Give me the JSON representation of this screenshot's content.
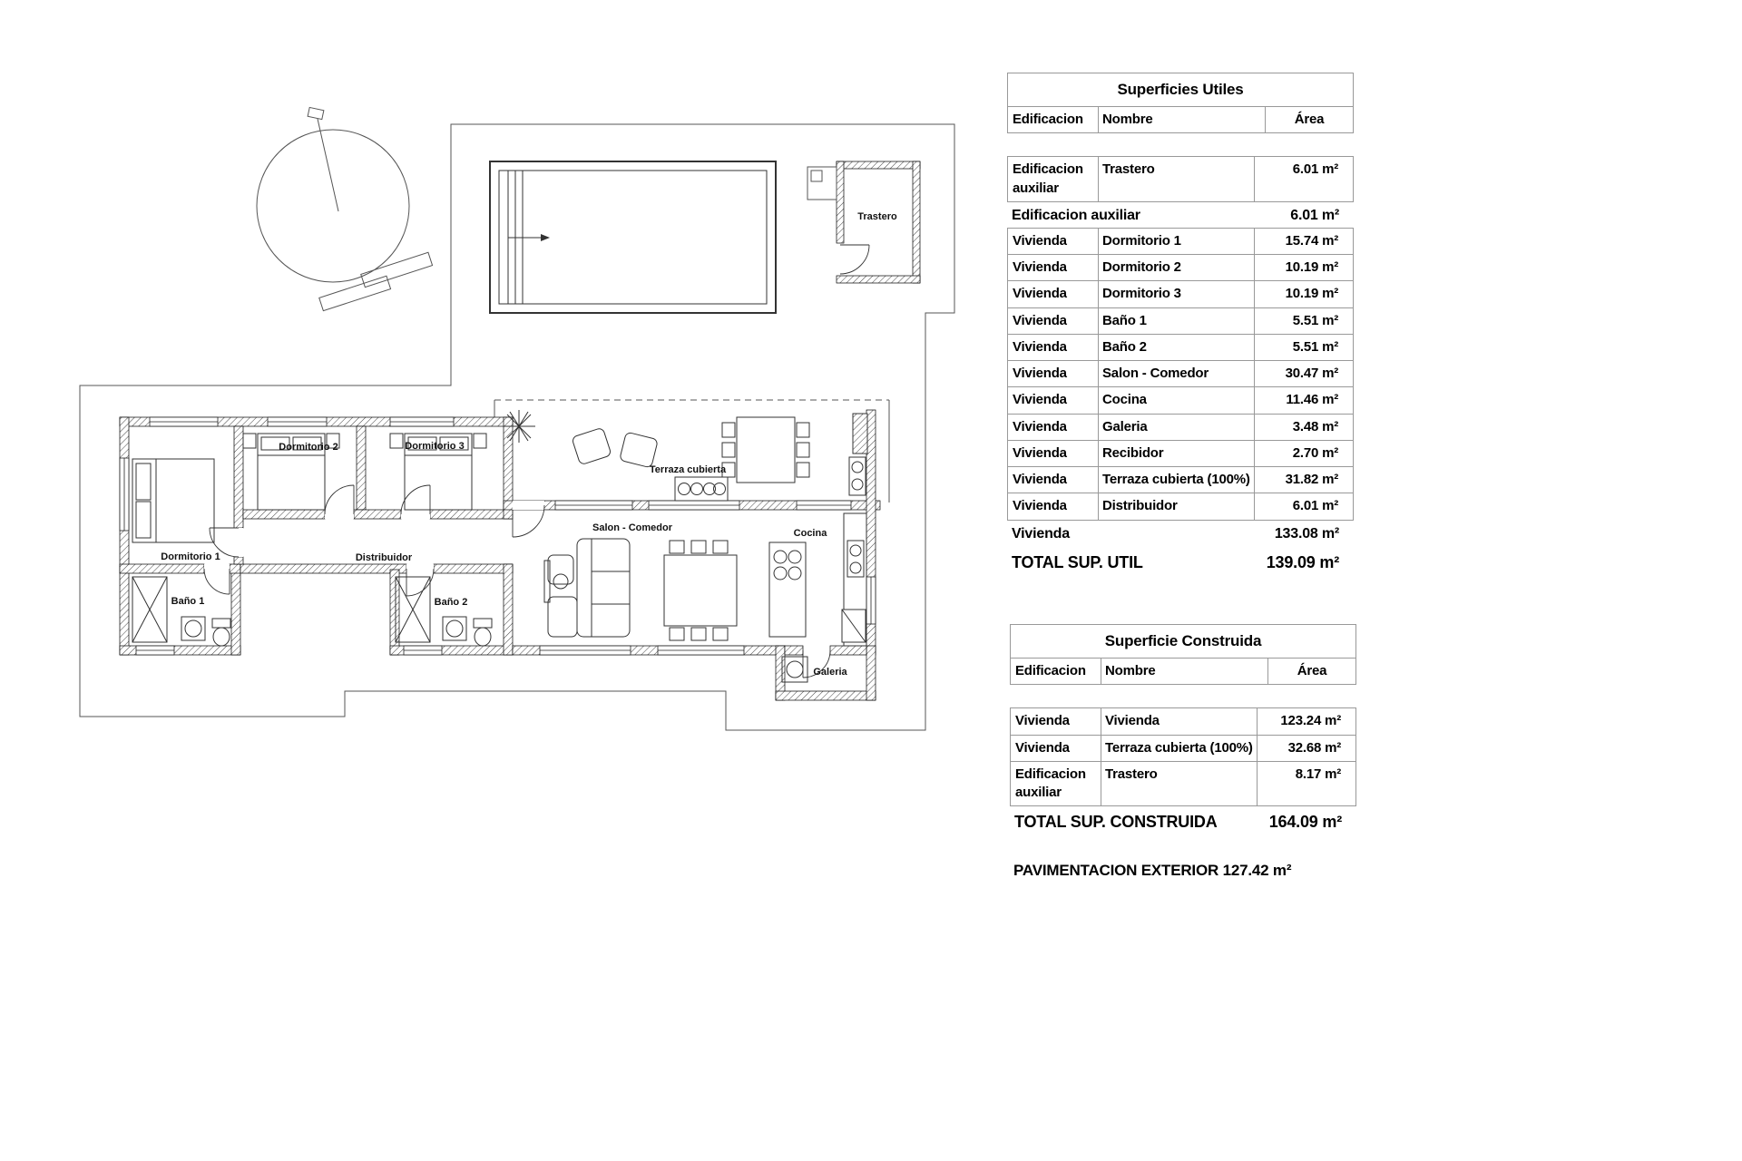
{
  "colors": {
    "line": "#333333",
    "table_border": "#999999",
    "text": "#000000"
  },
  "plan": {
    "labels": {
      "trastero": "Trastero",
      "dormitorio1": "Dormitorio 1",
      "dormitorio2": "Dormitorio 2",
      "dormitorio3": "Dormitorio 3",
      "bano1": "Baño 1",
      "bano2": "Baño 2",
      "distribuidor": "Distribuidor",
      "salon_comedor": "Salon - Comedor",
      "terraza_cubierta": "Terraza cubierta",
      "cocina": "Cocina",
      "galeria": "Galeria"
    }
  },
  "superficies_utiles": {
    "title": "Superficies Utiles",
    "headers": {
      "edificacion": "Edificacion",
      "nombre": "Nombre",
      "area": "Área"
    },
    "aux_row": {
      "edificacion": "Edificacion auxiliar",
      "nombre": "Trastero",
      "area": "6.01 m²"
    },
    "aux_subtotal": {
      "label": "Edificacion auxiliar",
      "value": "6.01 m²"
    },
    "rows": [
      {
        "edificacion": "Vivienda",
        "nombre": "Dormitorio 1",
        "area": "15.74 m²"
      },
      {
        "edificacion": "Vivienda",
        "nombre": "Dormitorio 2",
        "area": "10.19 m²"
      },
      {
        "edificacion": "Vivienda",
        "nombre": "Dormitorio 3",
        "area": "10.19 m²"
      },
      {
        "edificacion": "Vivienda",
        "nombre": "Baño 1",
        "area": "5.51 m²"
      },
      {
        "edificacion": "Vivienda",
        "nombre": "Baño 2",
        "area": "5.51 m²"
      },
      {
        "edificacion": "Vivienda",
        "nombre": "Salon - Comedor",
        "area": "30.47 m²"
      },
      {
        "edificacion": "Vivienda",
        "nombre": "Cocina",
        "area": "11.46 m²"
      },
      {
        "edificacion": "Vivienda",
        "nombre": "Galeria",
        "area": "3.48 m²"
      },
      {
        "edificacion": "Vivienda",
        "nombre": "Recibidor",
        "area": "2.70 m²"
      },
      {
        "edificacion": "Vivienda",
        "nombre": "Terraza cubierta (100%)",
        "area": "31.82 m²"
      },
      {
        "edificacion": "Vivienda",
        "nombre": "Distribuidor",
        "area": "6.01 m²"
      }
    ],
    "vivienda_subtotal": {
      "label": "Vivienda",
      "value": "133.08 m²"
    },
    "total": {
      "label": "TOTAL SUP. UTIL",
      "value": "139.09 m²"
    }
  },
  "superficie_construida": {
    "title": "Superficie Construida",
    "headers": {
      "edificacion": "Edificacion",
      "nombre": "Nombre",
      "area": "Área"
    },
    "rows": [
      {
        "edificacion": "Vivienda",
        "nombre": "Vivienda",
        "area": "123.24 m²"
      },
      {
        "edificacion": "Vivienda",
        "nombre": "Terraza cubierta (100%)",
        "area": "32.68 m²"
      },
      {
        "edificacion": "Edificacion auxiliar",
        "nombre": "Trastero",
        "area": "8.17 m²"
      }
    ],
    "total": {
      "label": "TOTAL SUP. CONSTRUIDA",
      "value": "164.09 m²"
    }
  },
  "footer": {
    "pavimentacion": "PAVIMENTACION EXTERIOR 127.42 m²"
  }
}
